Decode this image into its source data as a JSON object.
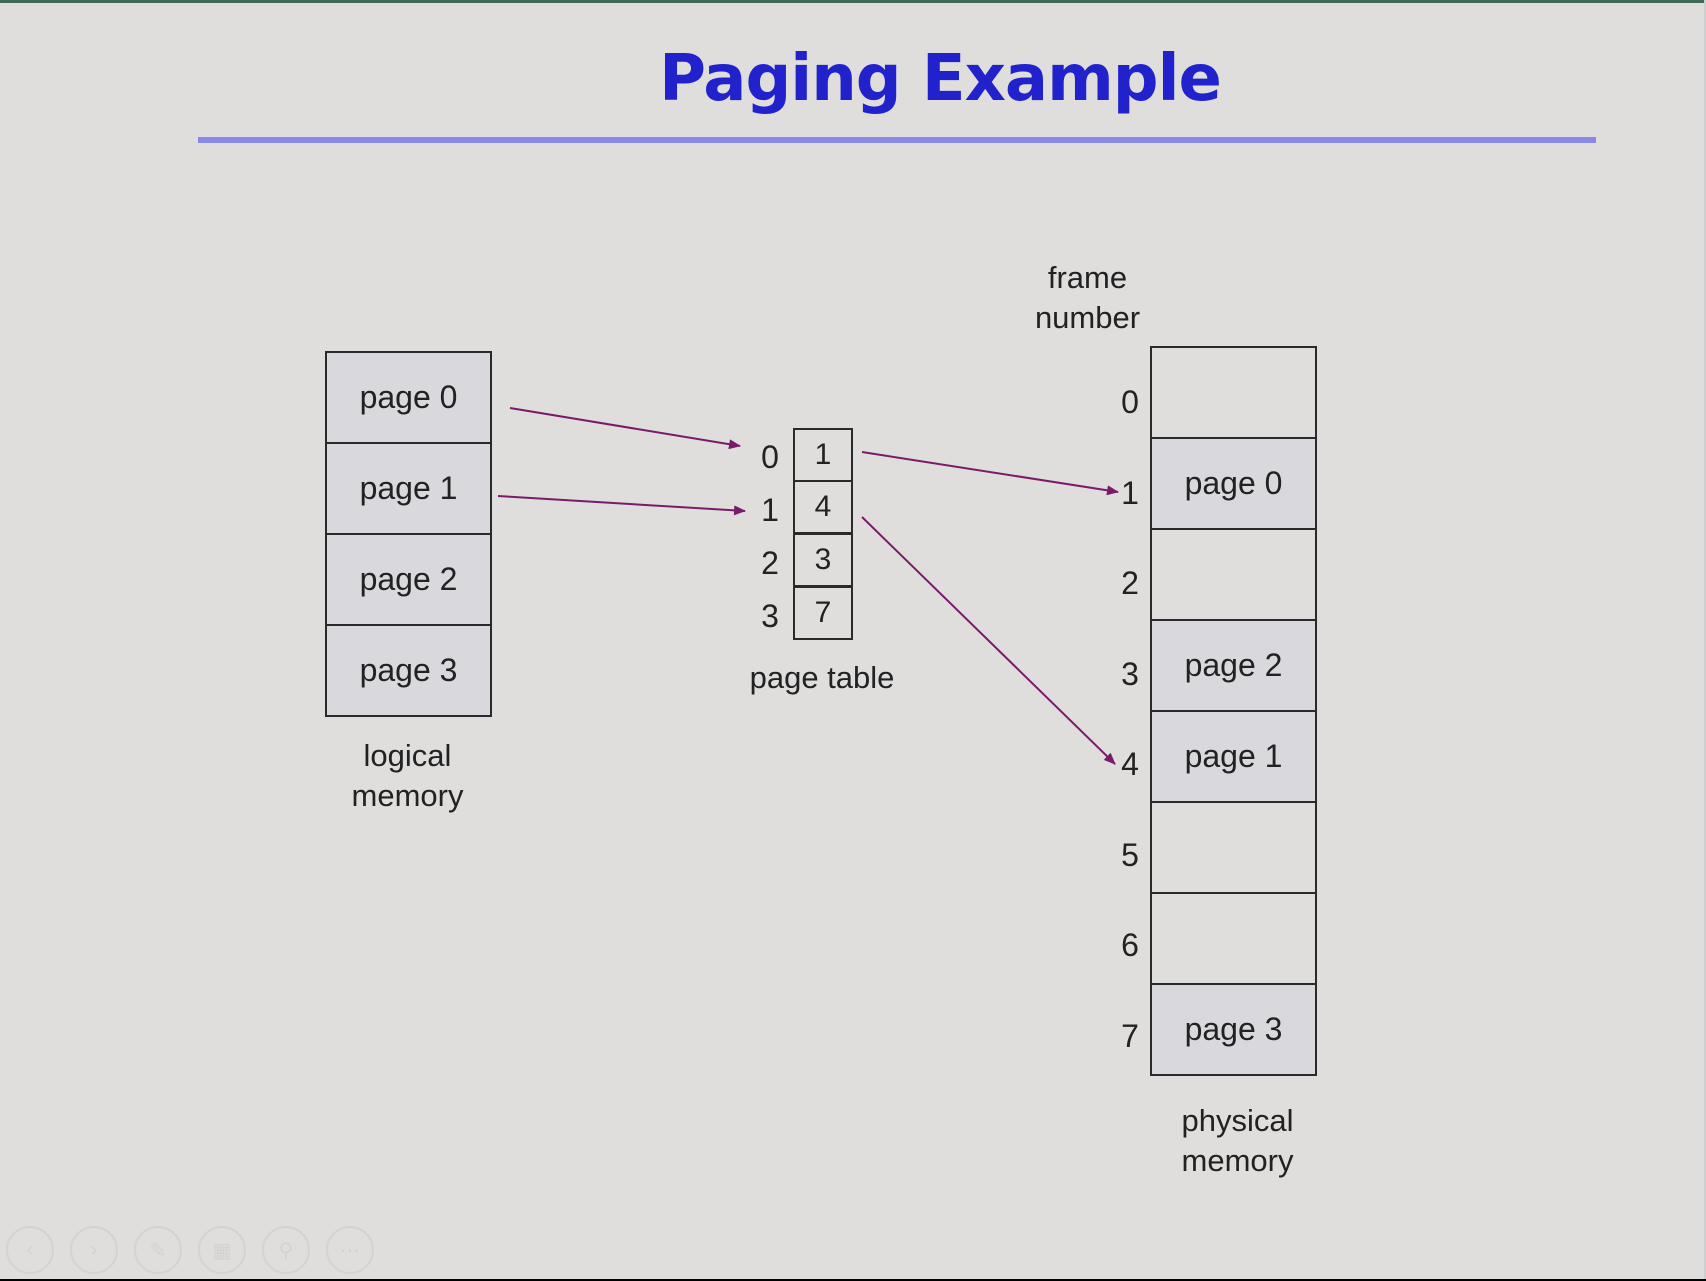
{
  "slide": {
    "title": "Paging Example"
  },
  "logical_memory": {
    "pages": [
      "page 0",
      "page 1",
      "page 2",
      "page 3"
    ],
    "caption_line1": "logical",
    "caption_line2": "memory"
  },
  "page_table": {
    "indices": [
      "0",
      "1",
      "2",
      "3"
    ],
    "entries": [
      "1",
      "4",
      "3",
      "7"
    ],
    "caption": "page table"
  },
  "physical_memory": {
    "header_line1": "frame",
    "header_line2": "number",
    "frame_numbers": [
      "0",
      "1",
      "2",
      "3",
      "4",
      "5",
      "6",
      "7"
    ],
    "frames": [
      "",
      "page 0",
      "",
      "page 2",
      "page 1",
      "",
      "",
      "page 3"
    ],
    "caption_line1": "physical",
    "caption_line2": "memory"
  },
  "colors": {
    "title": "#2222cc",
    "rule": "#8a8ae6",
    "arrow": "#7a1a6a",
    "background": "#dfdedd"
  },
  "toolbar": {
    "icons": [
      "prev-icon",
      "next-icon",
      "pen-icon",
      "slides-icon",
      "zoom-icon",
      "more-icon"
    ]
  }
}
